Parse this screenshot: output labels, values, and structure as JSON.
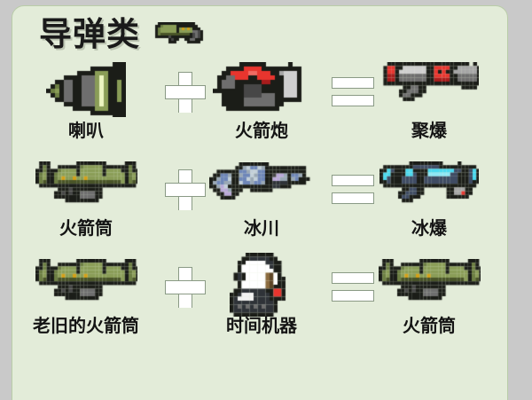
{
  "page": {
    "background_color": "#c9c9c9",
    "card_color": "#e3ecd9",
    "card_border_color": "#b9cda8"
  },
  "header": {
    "title": "导弹类",
    "icon_name": "rocket-launcher-icon"
  },
  "operators": {
    "plus": "+",
    "equals": "="
  },
  "recipes": [
    {
      "ingredient_a": {
        "label": "喇叭",
        "icon_name": "horn-blaster-icon"
      },
      "ingredient_b": {
        "label": "火箭炮",
        "icon_name": "red-bazooka-icon"
      },
      "result": {
        "label": "聚爆",
        "icon_name": "implosion-launcher-icon"
      }
    },
    {
      "ingredient_a": {
        "label": "火箭筒",
        "icon_name": "rocket-launcher-icon"
      },
      "ingredient_b": {
        "label": "冰川",
        "icon_name": "glacier-rifle-icon"
      },
      "result": {
        "label": "冰爆",
        "icon_name": "ice-blast-launcher-icon"
      }
    },
    {
      "ingredient_a": {
        "label": "老旧的火箭筒",
        "icon_name": "old-rocket-launcher-icon"
      },
      "ingredient_b": {
        "label": "时间机器",
        "icon_name": "time-machine-icon"
      },
      "result": {
        "label": "火箭筒",
        "icon_name": "rocket-launcher-icon"
      }
    }
  ],
  "sprites": {
    "rocket_launcher_small": {
      "cols": 16,
      "rows": 8,
      "scale": 3,
      "palette": {
        "0": "transparent",
        "k": "#1d1f1b",
        "g": "#6f8045",
        "d": "#4e5c2f",
        "l": "#8a9c5a",
        "y": "#d9a520",
        "m": "#6b6b6b",
        "s": "#4a4a4a",
        "w": "#9a9a9a"
      },
      "pixels": [
        "0kkkkkkkkkkkkkk0",
        "0kgkkkkkkkkkkksk",
        "kkgllllllllllgsk",
        "kgglggyggygygggk",
        "kgdldddddddddgsk",
        "0kkkkkskmkkkkksk",
        "00000kskskkmmkk0",
        "0000000kkkkkkk00"
      ]
    }
  }
}
